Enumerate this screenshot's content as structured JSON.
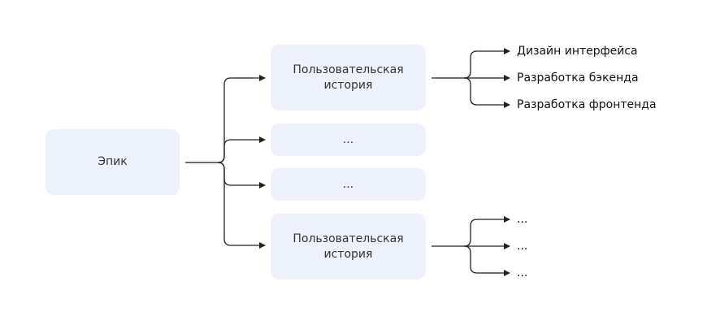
{
  "epic": {
    "label": "Эпик"
  },
  "stories": [
    {
      "label": "Пользовательская история"
    },
    {
      "label": "..."
    },
    {
      "label": "..."
    },
    {
      "label": "Пользовательская история"
    }
  ],
  "tasks_top": [
    "Дизайн интерфейса",
    "Разработка бэкенда",
    "Разработка фронтенда"
  ],
  "tasks_bottom": [
    "...",
    "...",
    "..."
  ],
  "colors": {
    "box": "#eef2fc",
    "line": "#222222"
  }
}
